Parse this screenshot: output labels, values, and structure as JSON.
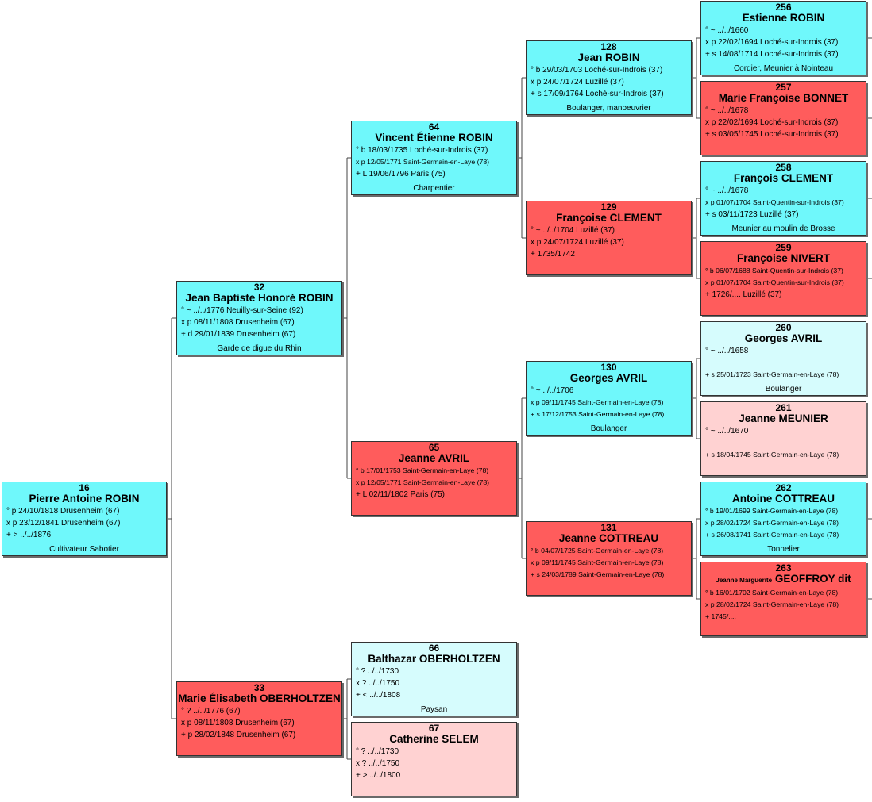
{
  "persons": [
    {
      "id": "p16",
      "num": "16",
      "name": "Pierre Antoine ROBIN",
      "sex": "male",
      "events": [
        "° p 24/10/1818 Drusenheim (67)",
        "x p 23/12/1841 Drusenheim (67)",
        "+ > ../../1876"
      ],
      "occupation": "Cultivateur Sabotier"
    },
    {
      "id": "p32",
      "num": "32",
      "name": "Jean Baptiste Honoré ROBIN",
      "sex": "male",
      "events": [
        "° ~ ../../1776 Neuilly-sur-Seine (92)",
        "x p 08/11/1808 Drusenheim (67)",
        "+ d 29/01/1839 Drusenheim (67)"
      ],
      "occupation": "Garde de digue du Rhin"
    },
    {
      "id": "p33",
      "num": "33",
      "name": "Marie Élisabeth OBERHOLTZEN",
      "sex": "female",
      "events": [
        "° ? ../../1776 (67)",
        "x p 08/11/1808 Drusenheim (67)",
        "+ p 28/02/1848 Drusenheim (67)"
      ],
      "occupation": ""
    },
    {
      "id": "p64",
      "num": "64",
      "name": "Vincent Étienne ROBIN",
      "sex": "male",
      "events": [
        "° b 18/03/1735 Loché-sur-Indrois (37)",
        "x p 12/05/1771 Saint-Germain-en-Laye (78)",
        "+ L 19/06/1796 Paris (75)"
      ],
      "occupation": "Charpentier"
    },
    {
      "id": "p65",
      "num": "65",
      "name": "Jeanne AVRIL",
      "sex": "female",
      "events": [
        "° b 17/01/1753 Saint-Germain-en-Laye (78)",
        "x p 12/05/1771 Saint-Germain-en-Laye (78)",
        "+ L 02/11/1802 Paris (75)"
      ],
      "occupation": ""
    },
    {
      "id": "p66",
      "num": "66",
      "name": "Balthazar OBERHOLTZEN",
      "sex": "male-light",
      "events": [
        "° ? ../../1730",
        "x ? ../../1750",
        "+ < ../../1808"
      ],
      "occupation": "Paysan"
    },
    {
      "id": "p67",
      "num": "67",
      "name": "Catherine SELEM",
      "sex": "female-light",
      "events": [
        "° ? ../../1730",
        "x ? ../../1750",
        "+ > ../../1800"
      ],
      "occupation": ""
    },
    {
      "id": "p128",
      "num": "128",
      "name": "Jean ROBIN",
      "sex": "male",
      "events": [
        "° b 29/03/1703 Loché-sur-Indrois (37)",
        "x p 24/07/1724 Luzillé (37)",
        "+ s 17/09/1764 Loché-sur-Indrois (37)"
      ],
      "occupation": "Boulanger, manoeuvrier"
    },
    {
      "id": "p129",
      "num": "129",
      "name": "Françoise CLEMENT",
      "sex": "female",
      "events": [
        "° ~ ../../1704 Luzillé (37)",
        "x p 24/07/1724 Luzillé (37)",
        "+ 1735/1742"
      ],
      "occupation": ""
    },
    {
      "id": "p130",
      "num": "130",
      "name": "Georges AVRIL",
      "sex": "male",
      "events": [
        "° ~ ../../1706",
        "x p 09/11/1745 Saint-Germain-en-Laye (78)",
        "+ s 17/12/1753 Saint-Germain-en-Laye (78)"
      ],
      "occupation": "Boulanger"
    },
    {
      "id": "p131",
      "num": "131",
      "name": "Jeanne COTTREAU",
      "sex": "female",
      "events": [
        "° b 04/07/1725 Saint-Germain-en-Laye (78)",
        "x p 09/11/1745 Saint-Germain-en-Laye (78)",
        "+ s 24/03/1789 Saint-Germain-en-Laye (78)"
      ],
      "occupation": ""
    },
    {
      "id": "p256",
      "num": "256",
      "name": "Estienne ROBIN",
      "sex": "male",
      "events": [
        "° ~ ../../1660",
        "x p 22/02/1694 Loché-sur-Indrois (37)",
        "+ s 14/08/1714 Loché-sur-Indrois (37)"
      ],
      "occupation": "Cordier, Meunier à Nointeau"
    },
    {
      "id": "p257",
      "num": "257",
      "name": "Marie Françoise BONNET",
      "sex": "female",
      "events": [
        "° ~ ../../1678",
        "x p 22/02/1694 Loché-sur-Indrois (37)",
        "+ s 03/05/1745 Loché-sur-Indrois (37)"
      ],
      "occupation": ""
    },
    {
      "id": "p258",
      "num": "258",
      "name": "François CLEMENT",
      "sex": "male",
      "events": [
        "° ~ ../../1678",
        "x p 01/07/1704 Saint-Quentin-sur-Indrois (37)",
        "+ s 03/11/1723 Luzillé (37)"
      ],
      "occupation": "Meunier au moulin de Brosse"
    },
    {
      "id": "p259",
      "num": "259",
      "name": "Françoise NIVERT",
      "sex": "female",
      "events": [
        "° b 06/07/1688 Saint-Quentin-sur-Indrois (37)",
        "x p 01/07/1704 Saint-Quentin-sur-Indrois (37)",
        "+ 1726/.... Luzillé (37)"
      ],
      "occupation": ""
    },
    {
      "id": "p260",
      "num": "260",
      "name": "Georges AVRIL",
      "sex": "male-light",
      "events": [
        "° ~ ../../1658",
        "",
        "+ s 25/01/1723 Saint-Germain-en-Laye (78)"
      ],
      "occupation": "Boulanger"
    },
    {
      "id": "p261",
      "num": "261",
      "name": "Jeanne MEUNIER",
      "sex": "female-light",
      "events": [
        "° ~ ../../1670",
        "",
        "+ s 18/04/1745 Saint-Germain-en-Laye (78)"
      ],
      "occupation": ""
    },
    {
      "id": "p262",
      "num": "262",
      "name": "Antoine COTTREAU",
      "sex": "male",
      "events": [
        "° b 19/01/1699 Saint-Germain-en-Laye (78)",
        "x p 28/02/1724 Saint-Germain-en-Laye (78)",
        "+ s 26/08/1741 Saint-Germain-en-Laye (78)"
      ],
      "occupation": "Tonnelier"
    },
    {
      "id": "p263",
      "num": "263",
      "name": "GEOFFROY dit",
      "name_prefix": "Jeanne Marguerite",
      "sex": "female",
      "events": [
        "° b 16/01/1702 Saint-Germain-en-Laye (78)",
        "x p 28/02/1724 Saint-Germain-en-Laye (78)",
        "+ 1745/...."
      ],
      "occupation": ""
    }
  ]
}
